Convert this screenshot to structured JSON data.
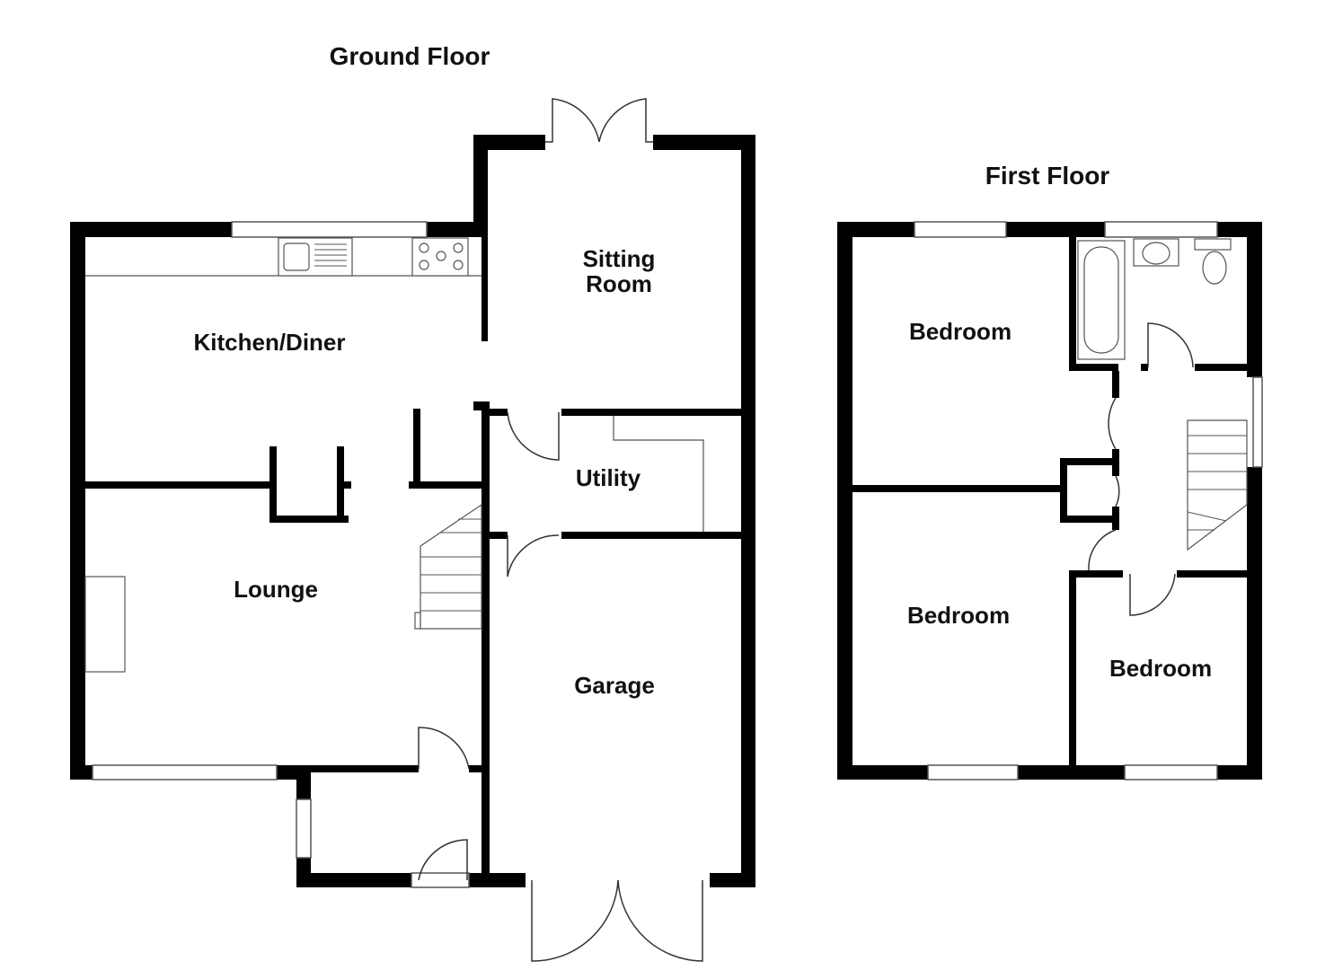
{
  "ground_floor": {
    "title": "Ground Floor",
    "rooms": {
      "kitchen": "Kitchen/Diner",
      "sitting_line1": "Sitting",
      "sitting_line2": "Room",
      "utility": "Utility",
      "lounge": "Lounge",
      "garage": "Garage"
    }
  },
  "first_floor": {
    "title": "First Floor",
    "rooms": {
      "bedroom_1": "Bedroom",
      "bedroom_2": "Bedroom",
      "bedroom_3": "Bedroom"
    }
  },
  "colors": {
    "wall": "#000000",
    "background": "#ffffff"
  }
}
